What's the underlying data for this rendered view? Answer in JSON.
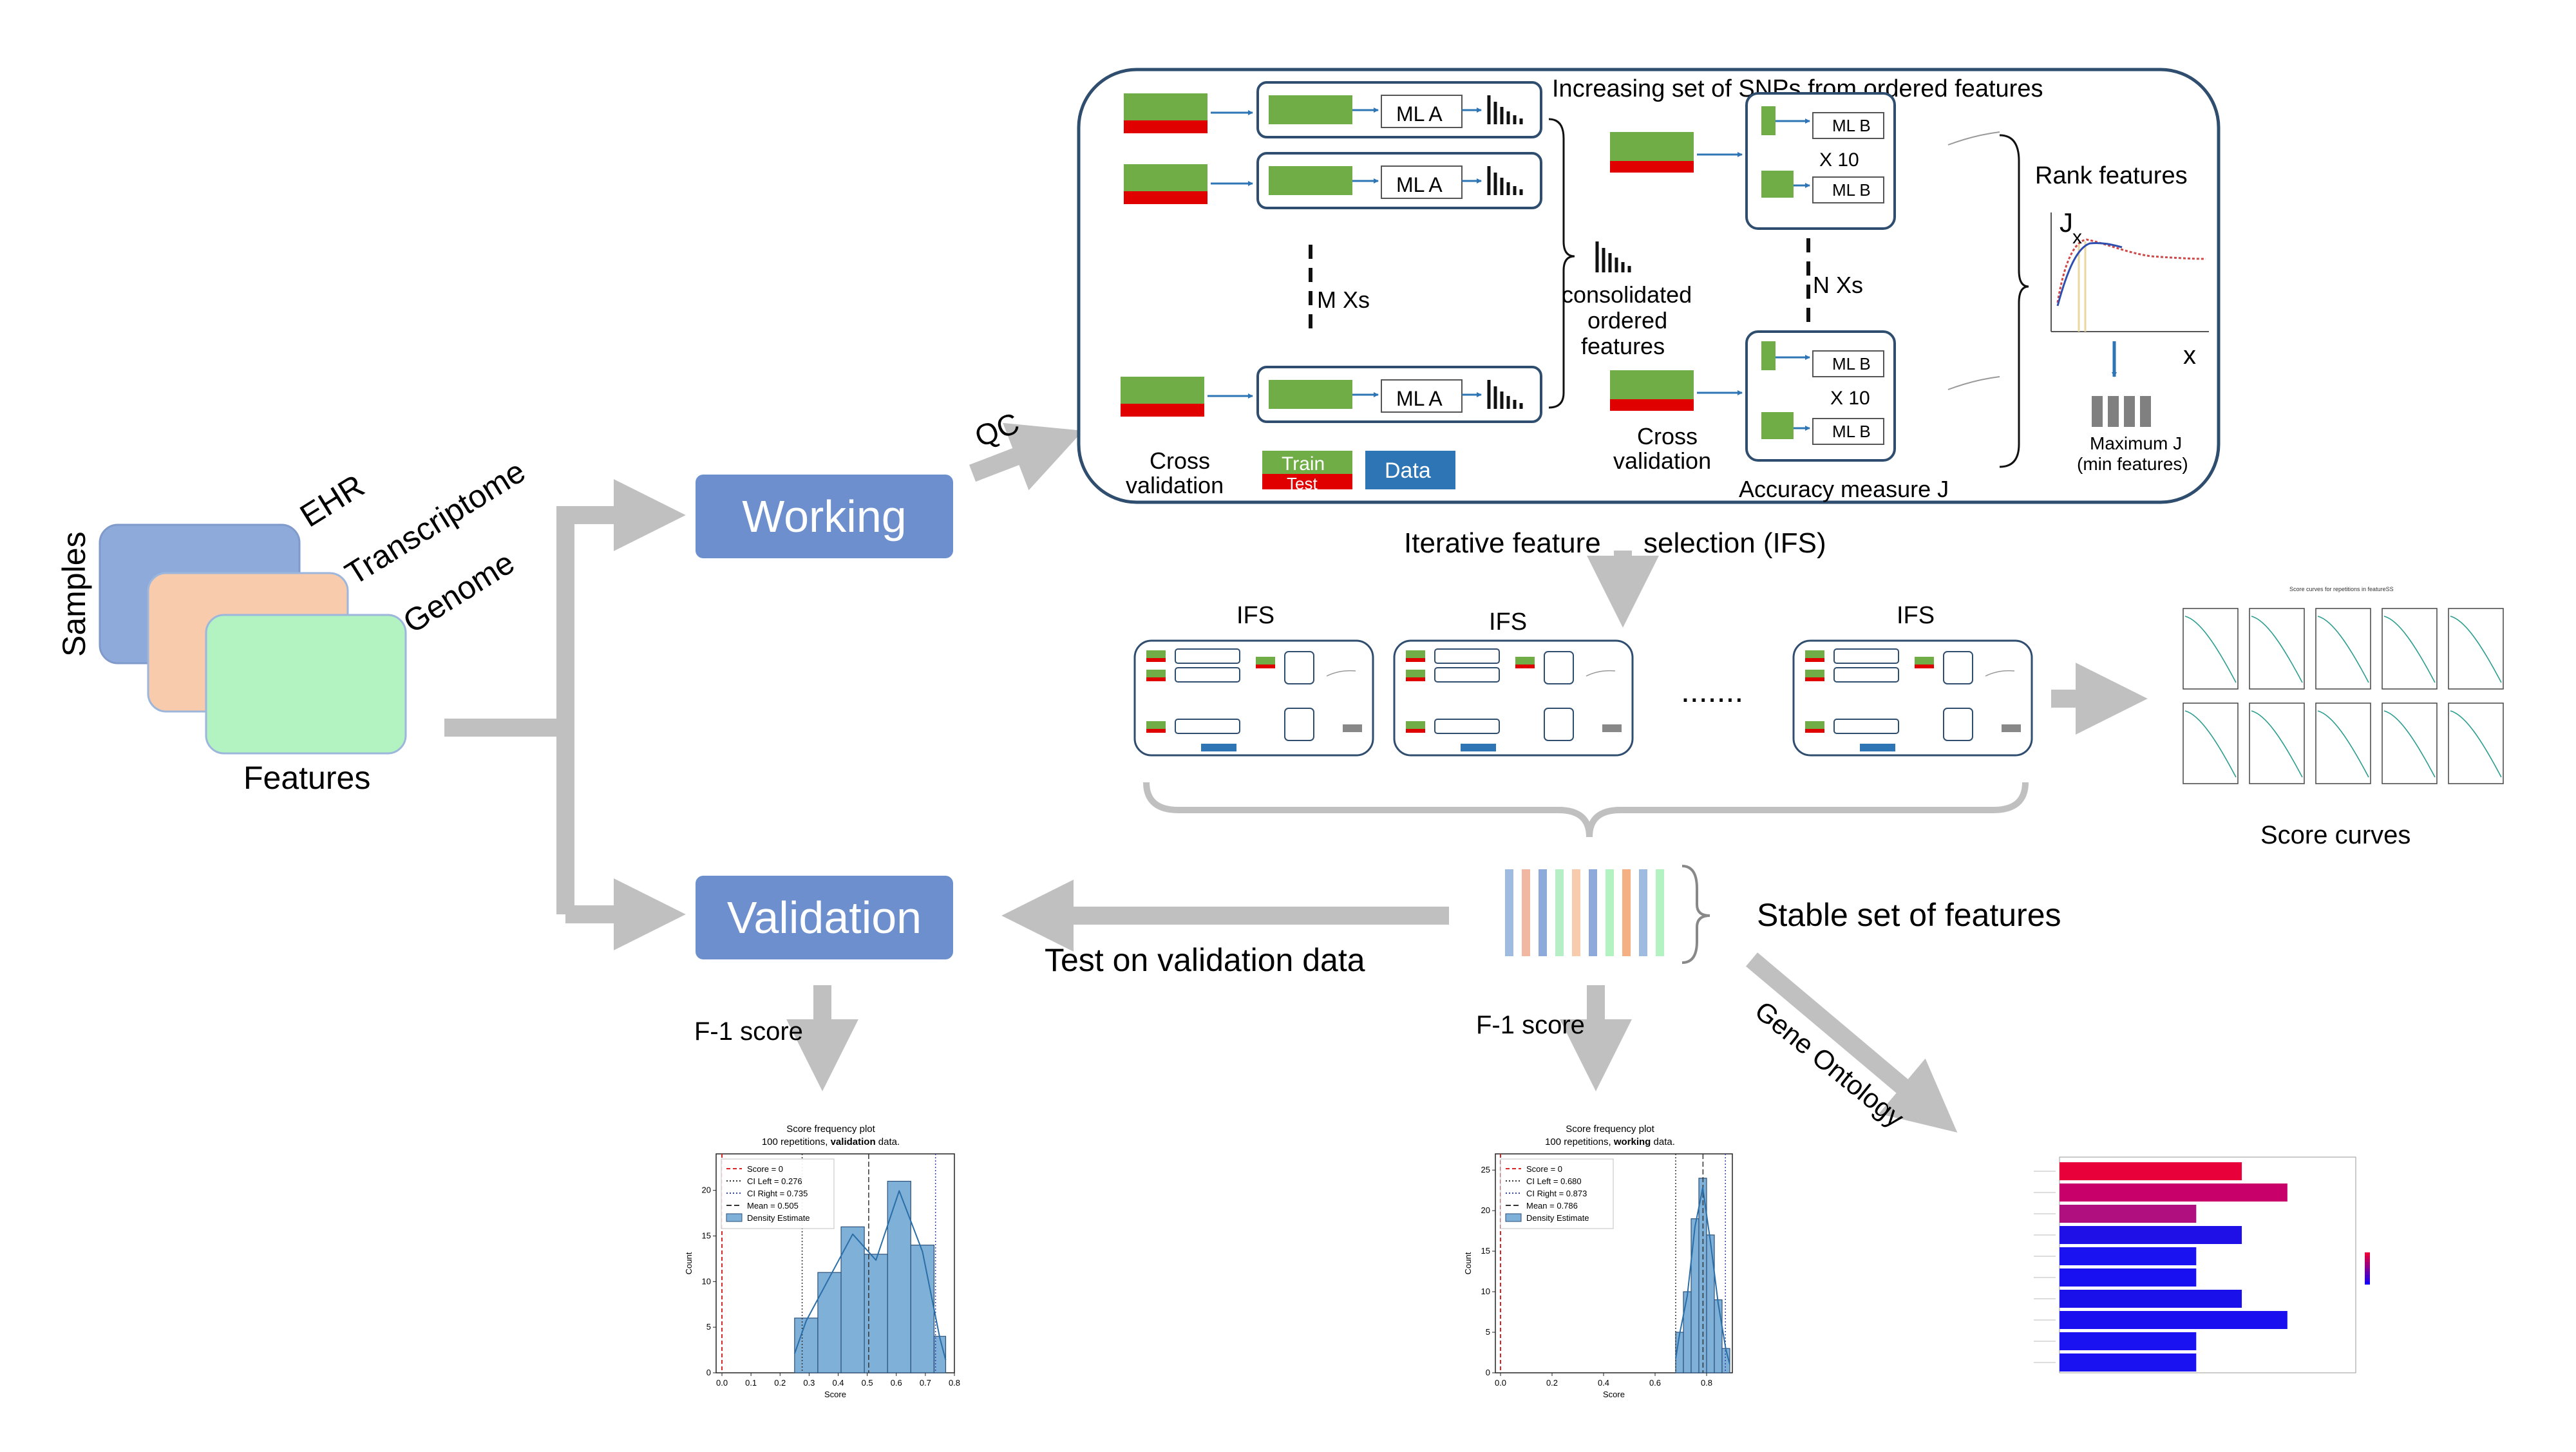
{
  "input": {
    "layers": [
      "EHR",
      "Transcriptome",
      "Genome"
    ],
    "samples_label": "Samples",
    "features_label": "Features",
    "colors": [
      "#8eaadb",
      "#f8cbad",
      "#b3f3c1"
    ]
  },
  "stages": {
    "working": "Working",
    "validation": "Validation"
  },
  "qc_label": "QC",
  "ifs_box": {
    "title": "Increasing set of SNPs from ordered features",
    "ml_a": "ML A",
    "ml_b": "ML B",
    "m_xs": "M Xs",
    "n_xs": "N Xs",
    "x10": "X 10",
    "consolidated": [
      "consolidated",
      "ordered",
      "features"
    ],
    "cv_left": [
      "Cross",
      "validation"
    ],
    "cv_mid": [
      "Cross",
      "validation"
    ],
    "legend_train": "Train",
    "legend_test": "Test",
    "legend_data": "Data",
    "accuracy": "Accuracy measure  J",
    "rank_features": "Rank features",
    "j_label": "J",
    "x_label": "x",
    "max_label": [
      "Maximum J",
      "(min features)"
    ],
    "colors": {
      "train": "#70ad47",
      "test": "#e00000",
      "data": "#2e75b6",
      "border": "#2f4d6e"
    }
  },
  "ifs_label": [
    "Iterative feature",
    "selection (IFS)"
  ],
  "ifs_small": [
    "IFS",
    "IFS",
    "IFS"
  ],
  "dots": ".......",
  "score_curves_label": "Score curves",
  "score_curves_title": "Score curves for repetitions in featureSS",
  "stable_label": "Stable set of features",
  "stable_bar_colors": [
    "#9fbbe0",
    "#f2b7a0",
    "#8eaadb",
    "#b6efc6",
    "#f8cbad",
    "#8eaadb",
    "#b3f3c1",
    "#f4b083",
    "#9fbbe0",
    "#b3f3c1"
  ],
  "test_label": "Test on validation data",
  "f1_left": "F-1 score",
  "f1_mid": "F-1 score",
  "gene_ontology": "Gene Ontology",
  "hist_validation": {
    "title1": "Score frequency plot",
    "title2_pre": "100 repetitions, ",
    "title2_bold": "validation",
    "title2_post": " data.",
    "legend": [
      "Score = 0",
      "CI Left = 0.276",
      "CI Right = 0.735",
      "Mean = 0.505",
      "Density Estimate"
    ],
    "xlabel": "Score",
    "ylabel": "Count",
    "xticks": [
      "0.0",
      "0.1",
      "0.2",
      "0.3",
      "0.4",
      "0.5",
      "0.6",
      "0.7",
      "0.8"
    ],
    "yticks": [
      "0",
      "5",
      "10",
      "15",
      "20"
    ]
  },
  "hist_working": {
    "title1": "Score frequency plot",
    "title2_pre": "100 repetitions, ",
    "title2_bold": "working",
    "title2_post": " data.",
    "legend": [
      "Score = 0",
      "CI Left = 0.680",
      "CI Right = 0.873",
      "Mean = 0.786",
      "Density Estimate"
    ],
    "xlabel": "Score",
    "ylabel": "Count",
    "xticks": [
      "0.0",
      "0.2",
      "0.4",
      "0.6",
      "0.8"
    ],
    "yticks": [
      "0",
      "5",
      "10",
      "15",
      "20",
      "25"
    ]
  },
  "chart_data": [
    {
      "type": "bar",
      "title": "Score frequency plot 100 repetitions, validation data.",
      "xlabel": "Score",
      "ylabel": "Count",
      "xlim": [
        -0.02,
        0.8
      ],
      "ylim": [
        0,
        24
      ],
      "bin_edges": [
        0.25,
        0.33,
        0.41,
        0.49,
        0.57,
        0.65,
        0.73,
        0.77
      ],
      "values": [
        6,
        11,
        16,
        13,
        21,
        14,
        4
      ],
      "reference_lines": {
        "score_zero": 0,
        "ci_left": 0.276,
        "ci_right": 0.735,
        "mean": 0.505
      },
      "legend_position": "top-left",
      "colors": {
        "bar": "#7fb0d8",
        "edge": "#2a4f7a",
        "kde": "#2a6ea8"
      }
    },
    {
      "type": "bar",
      "title": "Score frequency plot 100 repetitions, working data.",
      "xlabel": "Score",
      "ylabel": "Count",
      "xlim": [
        -0.02,
        0.9
      ],
      "ylim": [
        0,
        27
      ],
      "bin_edges": [
        0.68,
        0.71,
        0.74,
        0.77,
        0.8,
        0.83,
        0.86,
        0.89
      ],
      "values": [
        5,
        10,
        19,
        24,
        17,
        9,
        3
      ],
      "reference_lines": {
        "score_zero": 0,
        "ci_left": 0.68,
        "ci_right": 0.873,
        "mean": 0.786
      },
      "legend_position": "top-left",
      "colors": {
        "bar": "#7fb0d8",
        "edge": "#2a4f7a",
        "kde": "#2a6ea8"
      }
    },
    {
      "type": "bar",
      "orientation": "horizontal",
      "values": [
        4,
        5,
        3,
        4,
        3,
        3,
        4,
        5,
        3,
        3
      ],
      "colors": [
        "#e8003a",
        "#c8006a",
        "#b0107f",
        "#1f10e8",
        "#1a12f0",
        "#1810f0",
        "#1a10ea",
        "#1a10ef",
        "#1a12f0",
        "#1a12f0"
      ]
    }
  ]
}
